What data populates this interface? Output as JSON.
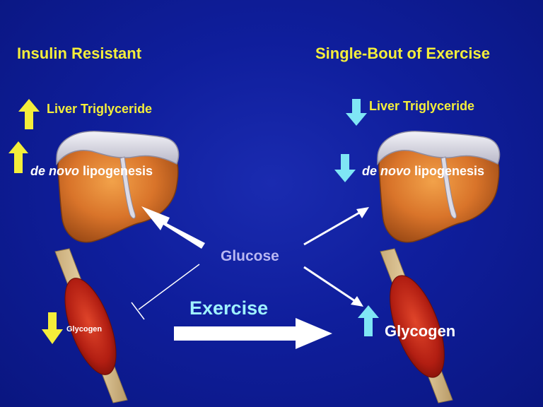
{
  "left_panel": {
    "title": "Insulin Resistant",
    "liver_triglyceride": "Liver Triglyceride",
    "dnl_italic": "de novo",
    "dnl_rest": " lipogenesis",
    "glycogen": "Glycogen"
  },
  "right_panel": {
    "title": "Single-Bout of Exercise",
    "liver_triglyceride": "Liver Triglyceride",
    "dnl_italic": "de novo",
    "dnl_rest": " lipogenesis",
    "glycogen": "Glycogen"
  },
  "center": {
    "glucose": "Glucose",
    "exercise": "Exercise"
  },
  "colors": {
    "background": "#0f1e9c",
    "yellow_text": "#f4ee3a",
    "up_arrow": "#f4ee3a",
    "down_arrow": "#7fe6f5",
    "cyan_text": "#9ff2ff"
  }
}
